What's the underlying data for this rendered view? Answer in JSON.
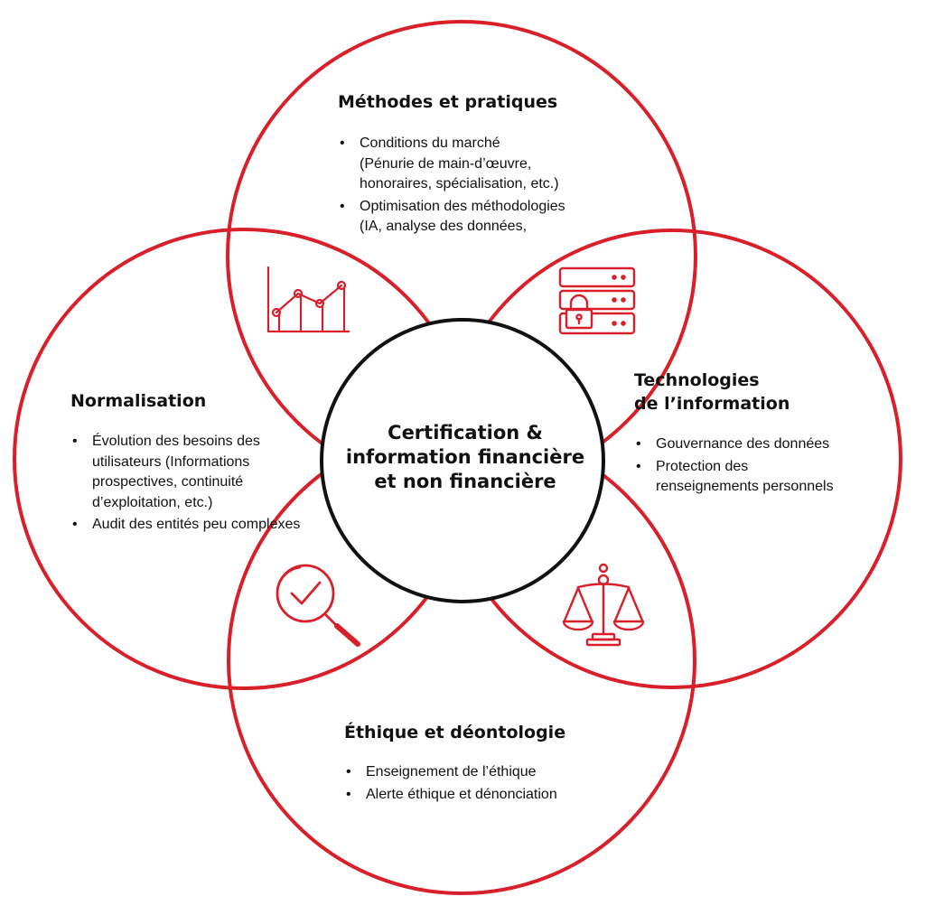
{
  "colors": {
    "accent": "#d9202a",
    "center_ring": "#111111",
    "text": "#111111",
    "background": "#ffffff"
  },
  "center": {
    "title_lines": [
      "Certification &",
      "information financière",
      "et non financière"
    ]
  },
  "sections": {
    "methodes": {
      "heading": "Méthodes et pratiques",
      "icon": "line-chart-icon",
      "bullets": [
        {
          "lines": [
            "Conditions du marché",
            "(Pénurie de main-d’œuvre,",
            "honoraires, spécialisation, etc.)"
          ]
        },
        {
          "lines": [
            "Optimisation des méthodologies",
            "(IA, analyse des données,"
          ]
        }
      ]
    },
    "technologies": {
      "heading_lines": [
        "Technologies",
        "de l’information"
      ],
      "icon": "server-lock-icon",
      "bullets": [
        {
          "lines": [
            "Gouvernance des données"
          ]
        },
        {
          "lines": [
            "Protection des",
            "renseignements personnels"
          ]
        }
      ]
    },
    "normalisation": {
      "heading": "Normalisation",
      "icon": "magnifier-check-icon",
      "bullets": [
        {
          "lines": [
            "Évolution des besoins des",
            "utilisateurs (Informations",
            "prospectives, continuité",
            "d’exploitation, etc.)"
          ]
        },
        {
          "lines": [
            "Audit des entités peu complexes"
          ]
        }
      ]
    },
    "ethique": {
      "heading": "Éthique et déontologie",
      "icon": "scales-icon",
      "bullets": [
        {
          "lines": [
            "Enseignement de l’éthique"
          ]
        },
        {
          "lines": [
            "Alerte éthique et dénonciation"
          ]
        }
      ]
    }
  }
}
